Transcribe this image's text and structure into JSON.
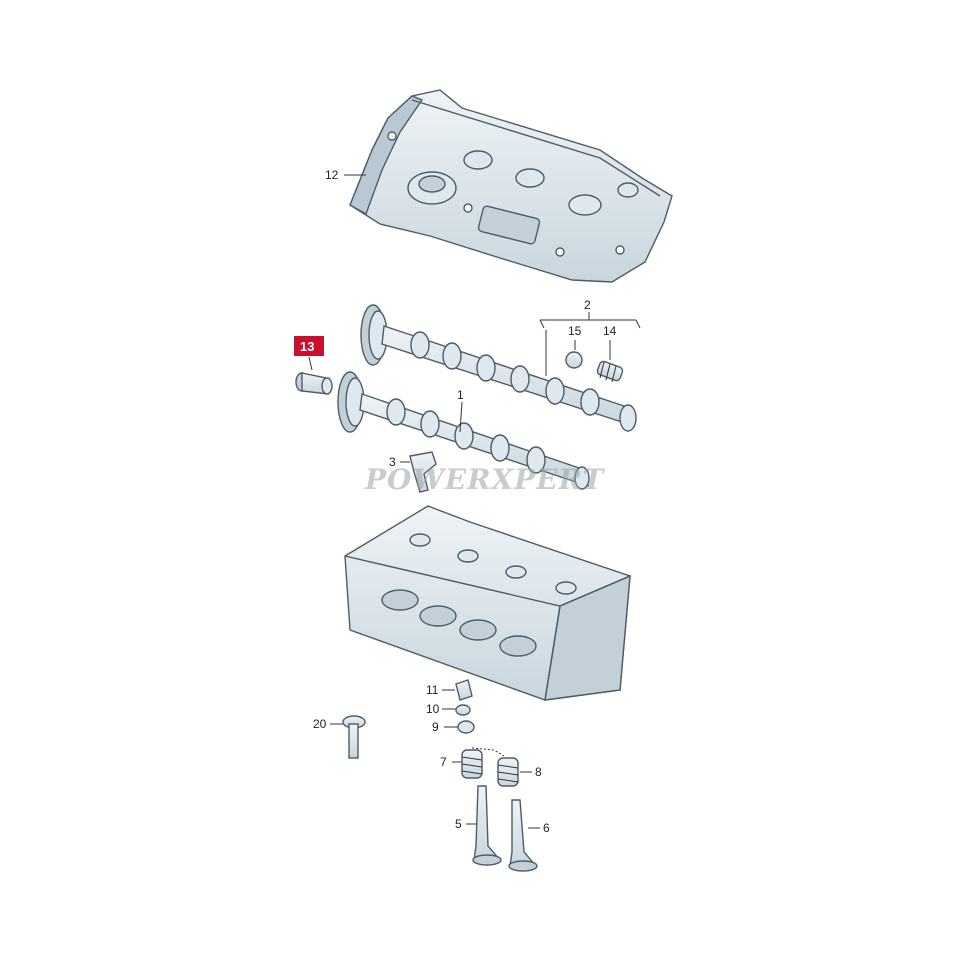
{
  "watermark": "POWERXPERT",
  "highlight": {
    "label": "13",
    "color": "#c8102e"
  },
  "part_colors": {
    "fill": "#dfe8ee",
    "shade": "#b9c8d2",
    "stroke": "#4b5d68"
  },
  "callouts": {
    "p1": "1",
    "p2": "2",
    "p3": "3",
    "p5": "5",
    "p6": "6",
    "p7": "7",
    "p8": "8",
    "p9": "9",
    "p10": "10",
    "p11": "11",
    "p12": "12",
    "p14": "14",
    "p15": "15",
    "p20": "20"
  }
}
